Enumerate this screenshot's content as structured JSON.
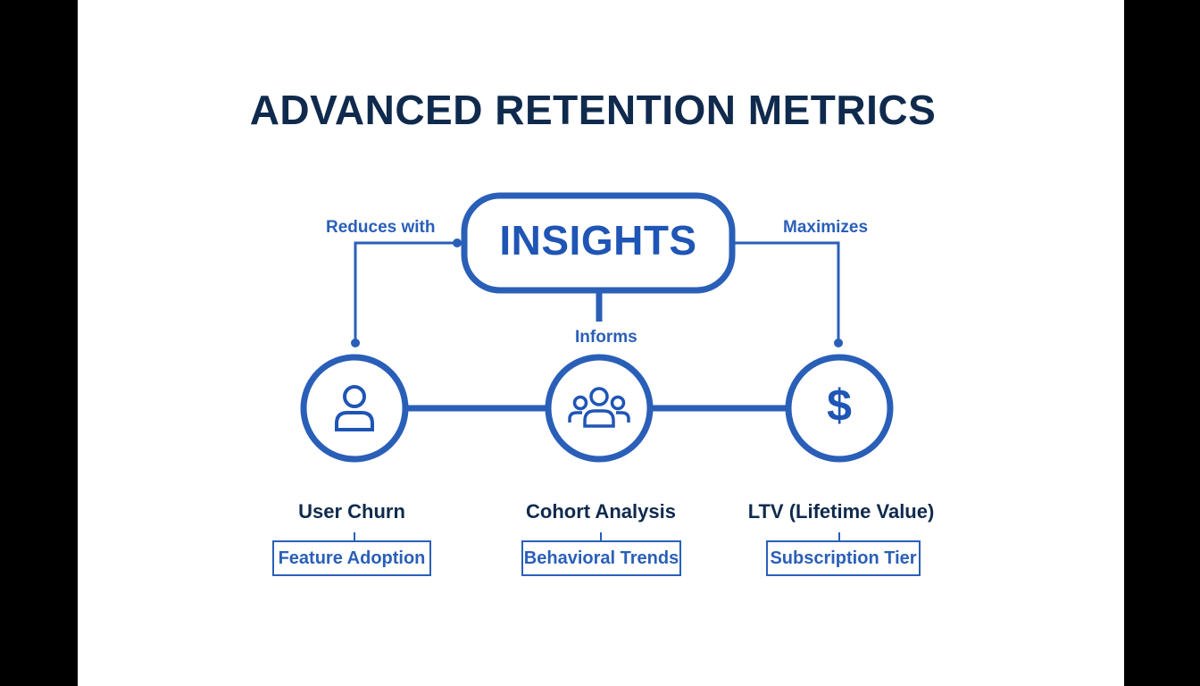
{
  "title": "ADVANCED RETENTION METRICS",
  "hub": {
    "label": "INSIGHTS"
  },
  "edges": {
    "left": "Reduces with",
    "center": "Informs",
    "right": "Maximizes"
  },
  "nodes": [
    {
      "name": "User Churn",
      "tag": "Feature Adoption",
      "icon": "user-icon"
    },
    {
      "name": "Cohort Analysis",
      "tag": "Behavioral Trends",
      "icon": "group-icon"
    },
    {
      "name": "LTV (Lifetime Value)",
      "tag": "Subscription Tier",
      "icon": "dollar-icon",
      "symbol": "$"
    }
  ],
  "colors": {
    "primary": "#2a5fb8",
    "dark_text": "#0f2a4d",
    "background": "#ffffff",
    "frame": "#000000"
  }
}
